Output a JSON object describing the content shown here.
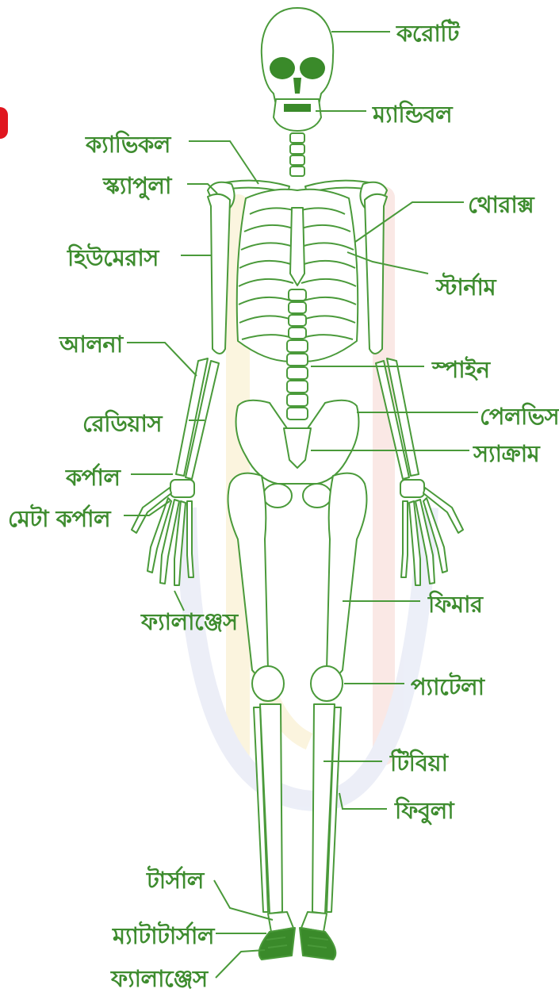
{
  "colors": {
    "label": "#3e8c2f",
    "line": "#4a9a3a",
    "bone_fill": "#ffffff",
    "dark_fill": "#3a8a2a",
    "watermark_red": "#f4d4cf",
    "watermark_blue": "#dde1f2",
    "watermark_yellow": "#f8ecc4",
    "edge_mark": "#e0161f"
  },
  "labels": {
    "skull": "করোটি",
    "mandible": "ম্যান্ডিবল",
    "clavicle": "ক্যাভিকল",
    "scapula": "স্ক্যাপুলা",
    "thorax": "থোরাক্স",
    "humerus": "হিউমেরাস",
    "sternum": "স্টার্নাম",
    "ulna": "আলনা",
    "spine": "স্পাইন",
    "radius": "রেডিয়াস",
    "pelvis": "পেলভিস",
    "sacrum": "স্যাক্রাম",
    "carpal": "কর্পাল",
    "metacarpal": "মেটা কর্পাল",
    "femur": "ফিমার",
    "hand_phalanges": "ফ্যালাঞ্জেস",
    "patella": "প্যাটেলা",
    "tibia": "টিবিয়া",
    "fibula": "ফিবুলা",
    "tarsal": "টার্সাল",
    "metatarsal": "ম্যাটাটার্সাল",
    "foot_phalanges": "ফ্যালাঞ্জেস"
  }
}
